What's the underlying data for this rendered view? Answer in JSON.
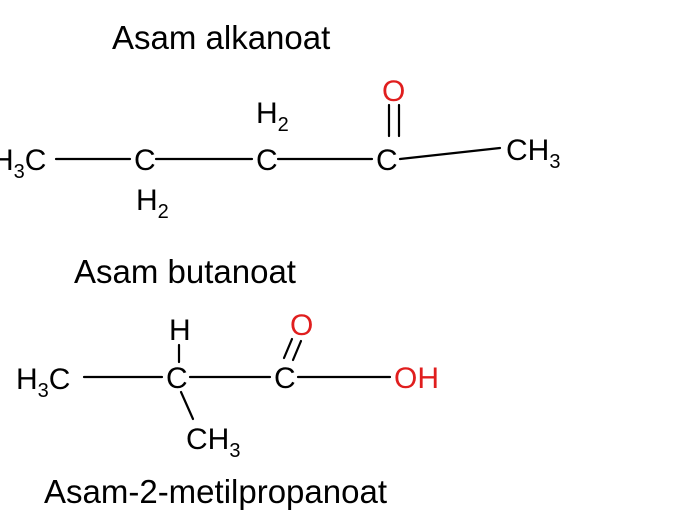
{
  "captions": {
    "alkanoat": "Asam alkanoat",
    "butanoat": "Asam butanoat",
    "metilpropanoat": "Asam-2-metilpropanoat"
  },
  "atoms": {
    "carbon": "C",
    "hydrogen": "H",
    "oxygen": "O",
    "hydroxyl": "OH",
    "methyl_prefix": "H",
    "methyl_sub": "3",
    "methyl_suffix_c": "C",
    "methyl_suffix_h": "H",
    "methylene_h": "H",
    "methylene_sub": "2"
  },
  "colors": {
    "text": "#000000",
    "oxygen": "#e01e1e",
    "background": "#ffffff"
  }
}
